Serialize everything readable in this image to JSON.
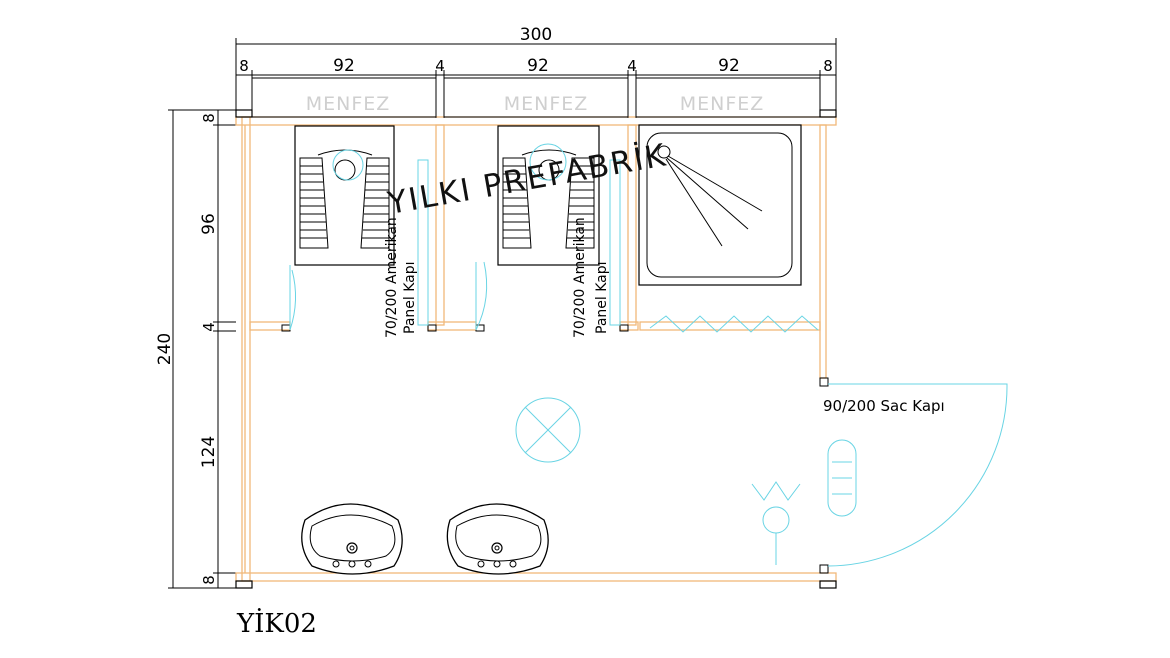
{
  "dimensions": {
    "overall_width": "300",
    "segments": [
      "8",
      "92",
      "4",
      "92",
      "4",
      "92",
      "8"
    ],
    "overall_height": "240",
    "vertical_segments": [
      "8",
      "96",
      "4",
      "124",
      "8"
    ]
  },
  "vents": [
    "MENFEZ",
    "MENFEZ",
    "MENFEZ"
  ],
  "doors": {
    "panel_size": "70/200",
    "panel_label": "Amerikan",
    "panel_type": "Panel Kapı",
    "entrance": "90/200 Sac Kapı"
  },
  "brand": "YILKI PREFABRİK",
  "model_code": "YİK02",
  "colors": {
    "wall": "#f0b87a",
    "fixture": "#69d4e4",
    "line": "#000000"
  }
}
